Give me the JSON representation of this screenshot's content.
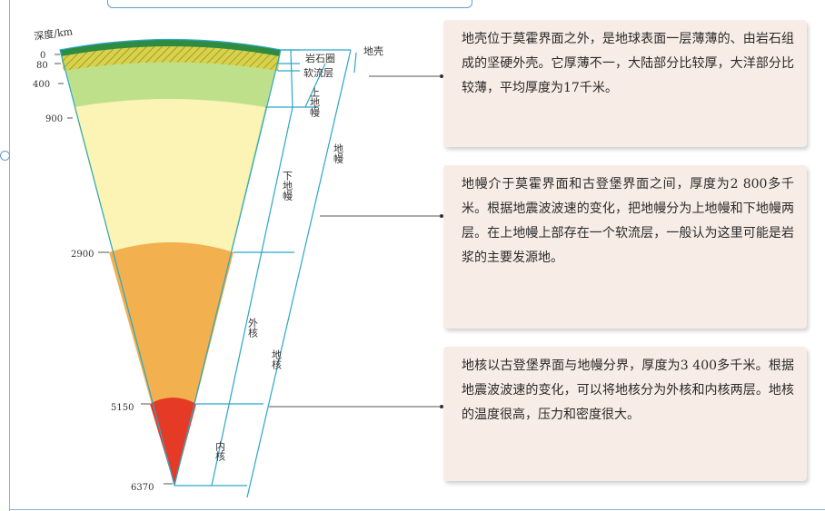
{
  "axis_title": "深度/km",
  "depth_ticks": [
    "0",
    "80",
    "400",
    "900",
    "2900",
    "5150",
    "6370"
  ],
  "layer_labels": {
    "lithosphere": "岩石圈",
    "asthenosphere": "软流层",
    "upper_mantle": "上地幔",
    "lower_mantle": "下地幔",
    "crust": "地壳",
    "mantle": "地幔",
    "outer_core": "外核",
    "inner_core": "内核",
    "core": "地核"
  },
  "colors": {
    "crust": "#2e8b3f",
    "lithosphere_hatch": "#d8d24a",
    "upper_mantle": "#bfe08a",
    "lower_mantle": "#fbf4b4",
    "outer_core": "#f2b04f",
    "inner_core": "#e53a25",
    "line": "#2aa7c9"
  },
  "descriptions": {
    "crust": "地壳位于莫霍界面之外，是地球表面一层薄薄的、由岩石组成的坚硬外壳。它厚薄不一，大陆部分比较厚，大洋部分比较薄，平均厚度为17千米。",
    "mantle": "地幔介于莫霍界面和古登堡界面之间，厚度为2 800多千米。根据地震波波速的变化，把地幔分为上地幔和下地幔两层。在上地幔上部存在一个软流层，一般认为这里可能是岩浆的主要发源地。",
    "core": "地核以古登堡界面与地幔分界，厚度为3 400多千米。根据地震波波速的变化，可以将地核分为外核和内核两层。地核的温度很高，压力和密度很大。"
  }
}
